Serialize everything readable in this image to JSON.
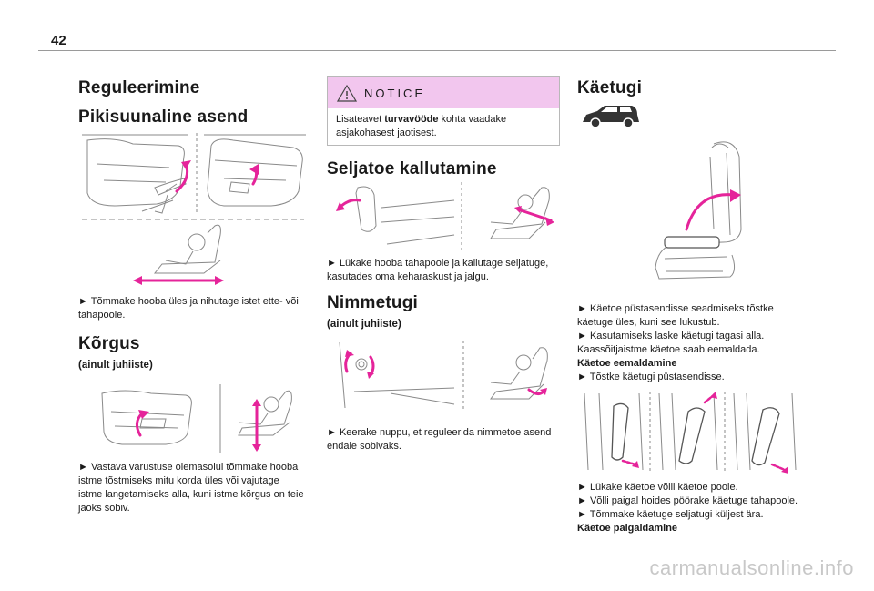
{
  "page": {
    "number": "42"
  },
  "col1": {
    "title": "Reguleerimine",
    "sec1_title": "Pikisuunaline asend",
    "sec1_text": "► Tõmmake hooba üles ja nihutage istet ette- või tahapoole.",
    "sec2_title": "Kõrgus",
    "sec2_sub": "(ainult juhiiste)",
    "sec2_text": "► Vastava varustuse olemasolul tõmmake hooba istme tõstmiseks mitu korda üles või vajutage istme langetamiseks alla, kuni istme kõrgus on teie jaoks sobiv."
  },
  "col2": {
    "notice_label": "NOTICE",
    "notice_pre": "Lisateavet ",
    "notice_bold": "turvavööde",
    "notice_post": " kohta vaadake asjakohasest jaotisest.",
    "sec1_title": "Seljatoe kallutamine",
    "sec1_text": "► Lükake hooba tahapoole ja kallutage seljatuge, kasutades oma keharaskust ja jalgu.",
    "sec2_title": "Nimmetugi",
    "sec2_sub": "(ainult juhiiste)",
    "sec2_text": "► Keerake nuppu, et reguleerida nimmetoe asend endale sobivaks."
  },
  "col3": {
    "title": "Käetugi",
    "text1": "► Käetoe püstasendisse seadmiseks tõstke käetuge üles, kuni see lukustub.",
    "text2": "► Kasutamiseks laske käetugi tagasi alla.",
    "text3": "Kaassõitjaistme käetoe saab eemaldada.",
    "text4": "Käetoe eemaldamine",
    "text5": "► Tõstke käetugi püstasendisse.",
    "text6": "► Lükake käetoe võlli käetoe poole.",
    "text7": "► Võlli paigal hoides pöörake käetuge tahapoole.",
    "text8": "► Tõmmake käetuge seljatugi küljest ära.",
    "text9": "Käetoe paigaldamine"
  },
  "watermark": "carmanualsonline.info",
  "colors": {
    "accent": "#e5249a",
    "notice_bg": "#f2c6ee",
    "rule": "#9a9a9a",
    "line_art": "#8a8a8a"
  }
}
